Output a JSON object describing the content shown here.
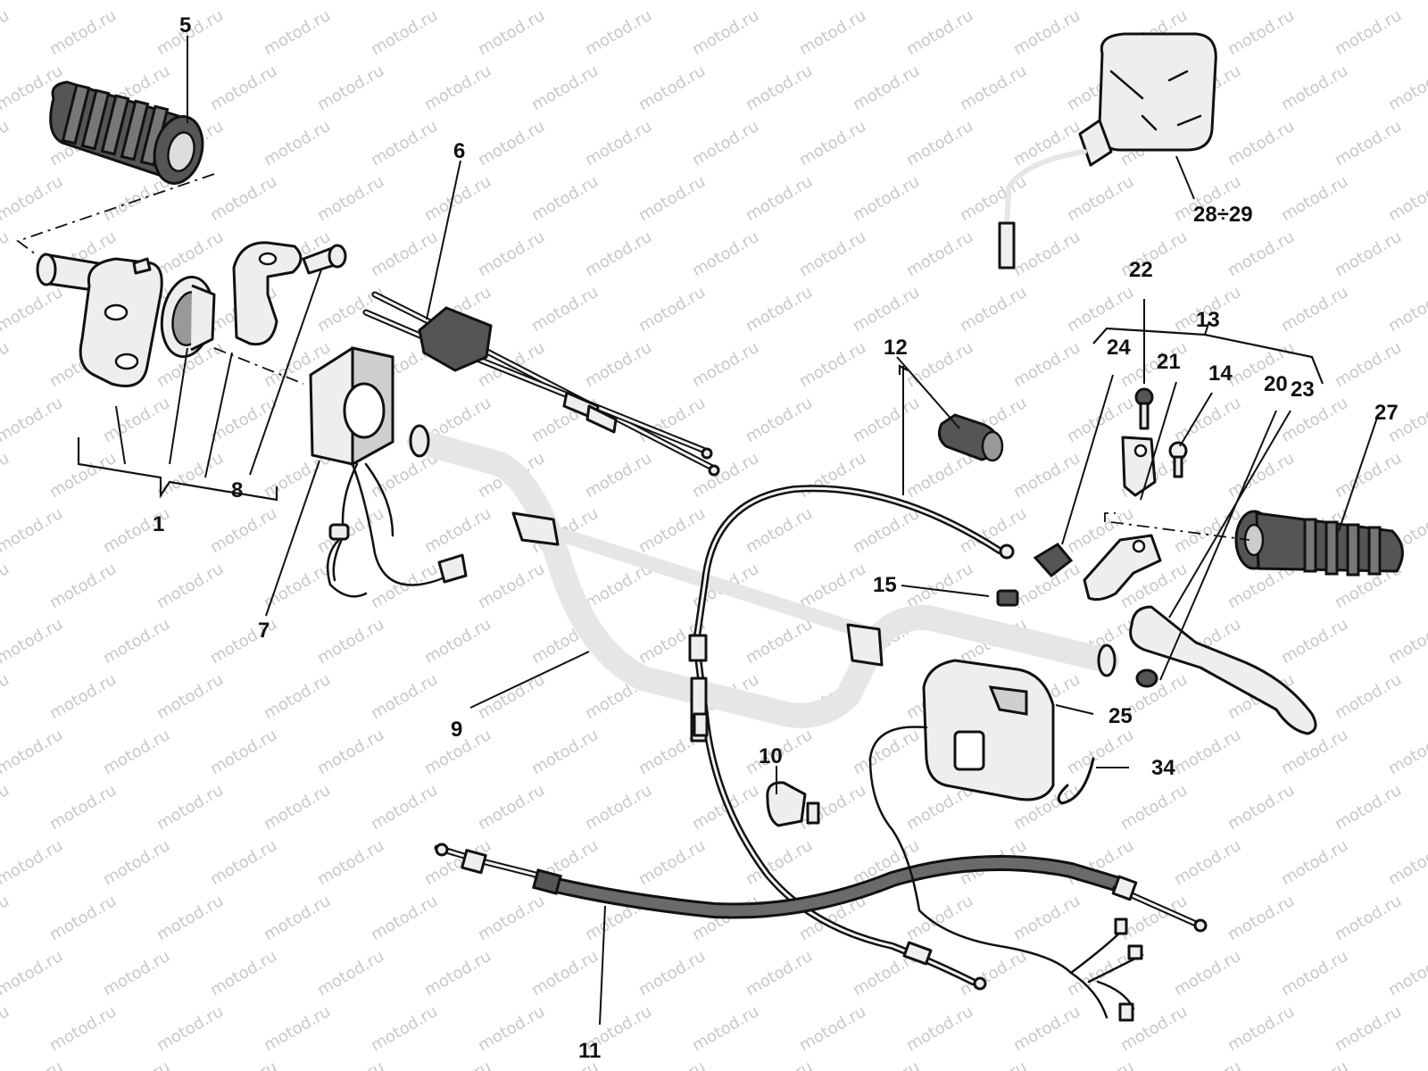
{
  "watermark": "motod.ru",
  "callouts": {
    "c1": "1",
    "c5": "5",
    "c6": "6",
    "c7": "7",
    "c8": "8",
    "c9": "9",
    "c10": "10",
    "c11": "11",
    "c12": "12",
    "c13": "13",
    "c14": "14",
    "c15": "15",
    "c20": "20",
    "c21": "21",
    "c22": "22",
    "c23": "23",
    "c24": "24",
    "c25": "25",
    "c27": "27",
    "c28_29": "28÷29",
    "c34": "34"
  }
}
